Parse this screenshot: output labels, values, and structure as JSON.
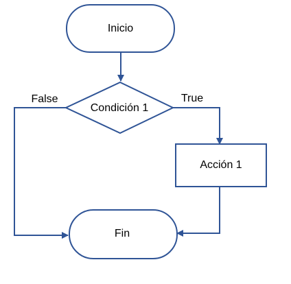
{
  "colors": {
    "stroke": "#2f5496",
    "node_fill": "#ffffff",
    "text": "#000000"
  },
  "nodes": {
    "start": {
      "label": "Inicio",
      "shape": "terminal"
    },
    "condition": {
      "label": "Condición 1",
      "shape": "decision"
    },
    "action": {
      "label": "Acción 1",
      "shape": "process"
    },
    "end": {
      "label": "Fin",
      "shape": "terminal"
    }
  },
  "edges": {
    "start_to_condition": {
      "label": ""
    },
    "condition_true": {
      "label": "True"
    },
    "condition_false": {
      "label": "False"
    },
    "action_to_end": {
      "label": ""
    }
  }
}
